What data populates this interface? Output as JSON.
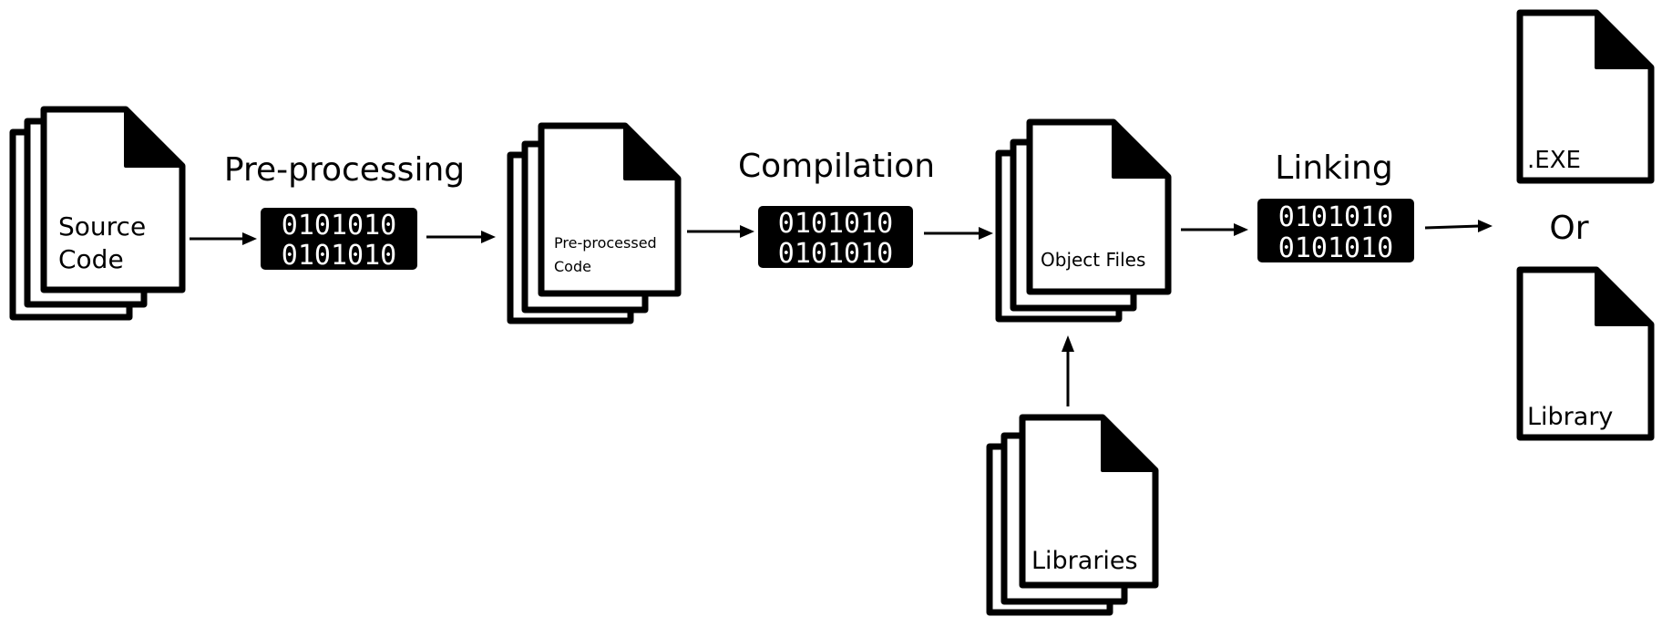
{
  "documents": {
    "source_code": [
      "Source",
      "Code"
    ],
    "preprocessed_code": [
      "Pre-processed",
      "Code"
    ],
    "object_files": [
      "Object Files"
    ],
    "libraries": [
      "Libraries"
    ],
    "exe": [
      ".EXE"
    ],
    "library": [
      "Library"
    ]
  },
  "stages": {
    "preprocessing": "Pre-processing",
    "compilation": "Compilation",
    "linking": "Linking"
  },
  "binary": [
    "0101010",
    "0101010"
  ],
  "or_label": "Or",
  "colors": {
    "ink": "#000000",
    "paper": "#ffffff"
  },
  "icons": [
    "document-stack-icon",
    "document-icon",
    "binary-icon",
    "arrow-icon"
  ]
}
